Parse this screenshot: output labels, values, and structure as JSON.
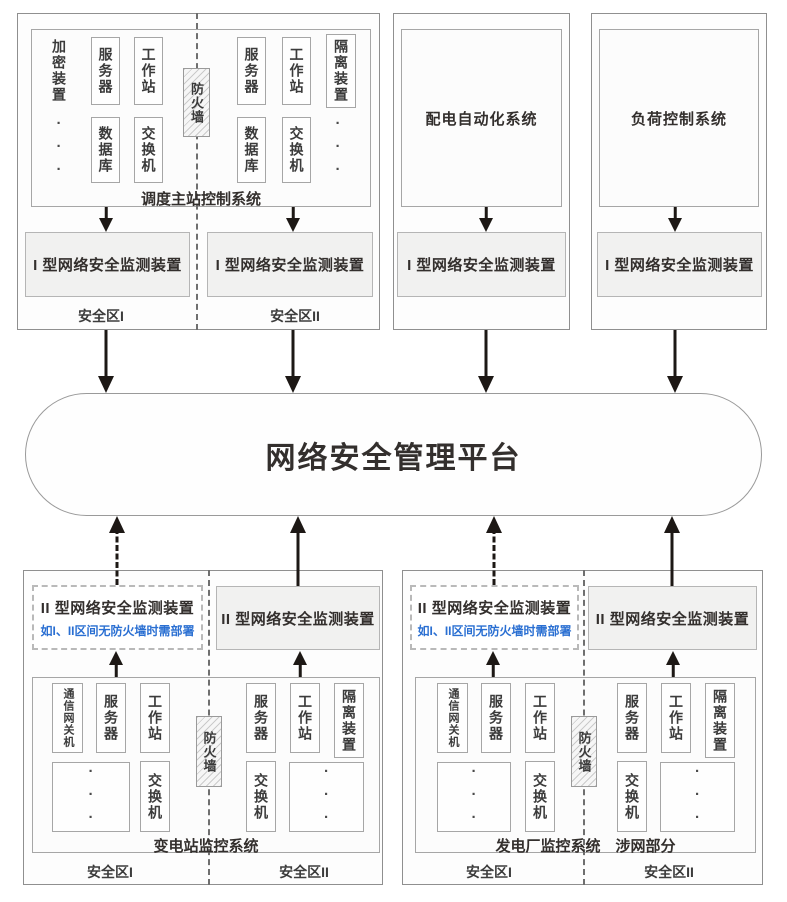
{
  "palette": {
    "accent_blue": "#2a6fd2",
    "arrow": "#1d1815",
    "monitor_fill": "#f1f1f0",
    "box_border": "#a6a6a6",
    "outer_border": "#8f8f8f",
    "text": "#3b3b3b",
    "divider": "#6f6f6f"
  },
  "platform": {
    "title": "网络安全管理平台"
  },
  "top_left": {
    "title": "调度主站控制系统",
    "zone1": "安全区I",
    "zone2": "安全区II",
    "monitor_zone1": "I 型网络安全监测装置",
    "monitor_zone2": "I 型网络安全监测装置",
    "firewall": "防火墙",
    "encryption": "加密装置",
    "server": "服务器",
    "workstation": "工作站",
    "database": "数据库",
    "switch": "交换机",
    "isolation": "隔离装置",
    "dots": "···"
  },
  "top_middle": {
    "title": "配电自动化系统",
    "monitor": "I 型网络安全监测装置"
  },
  "top_right": {
    "title": "负荷控制系统",
    "monitor": "I 型网络安全监测装置"
  },
  "bottom_left": {
    "title": "变电站监控系统",
    "zone1": "安全区I",
    "zone2": "安全区II",
    "monitor_optional": "II 型网络安全监测装置",
    "monitor_optional_note": "如I、II区间无防火墙时需部署",
    "monitor": "II 型网络安全监测装置",
    "firewall": "防火墙",
    "gateway": "通信网关机",
    "server": "服务器",
    "workstation": "工作站",
    "switch": "交换机",
    "isolation": "隔离装置",
    "dots": "···"
  },
  "bottom_right": {
    "title": "发电厂监控系统　涉网部分",
    "zone1": "安全区I",
    "zone2": "安全区II",
    "monitor_optional": "II 型网络安全监测装置",
    "monitor_optional_note": "如I、II区间无防火墙时需部署",
    "monitor": "II 型网络安全监测装置",
    "firewall": "防火墙",
    "gateway": "通信网关机",
    "server": "服务器",
    "workstation": "工作站",
    "switch": "交换机",
    "isolation": "隔离装置",
    "dots": "···"
  }
}
